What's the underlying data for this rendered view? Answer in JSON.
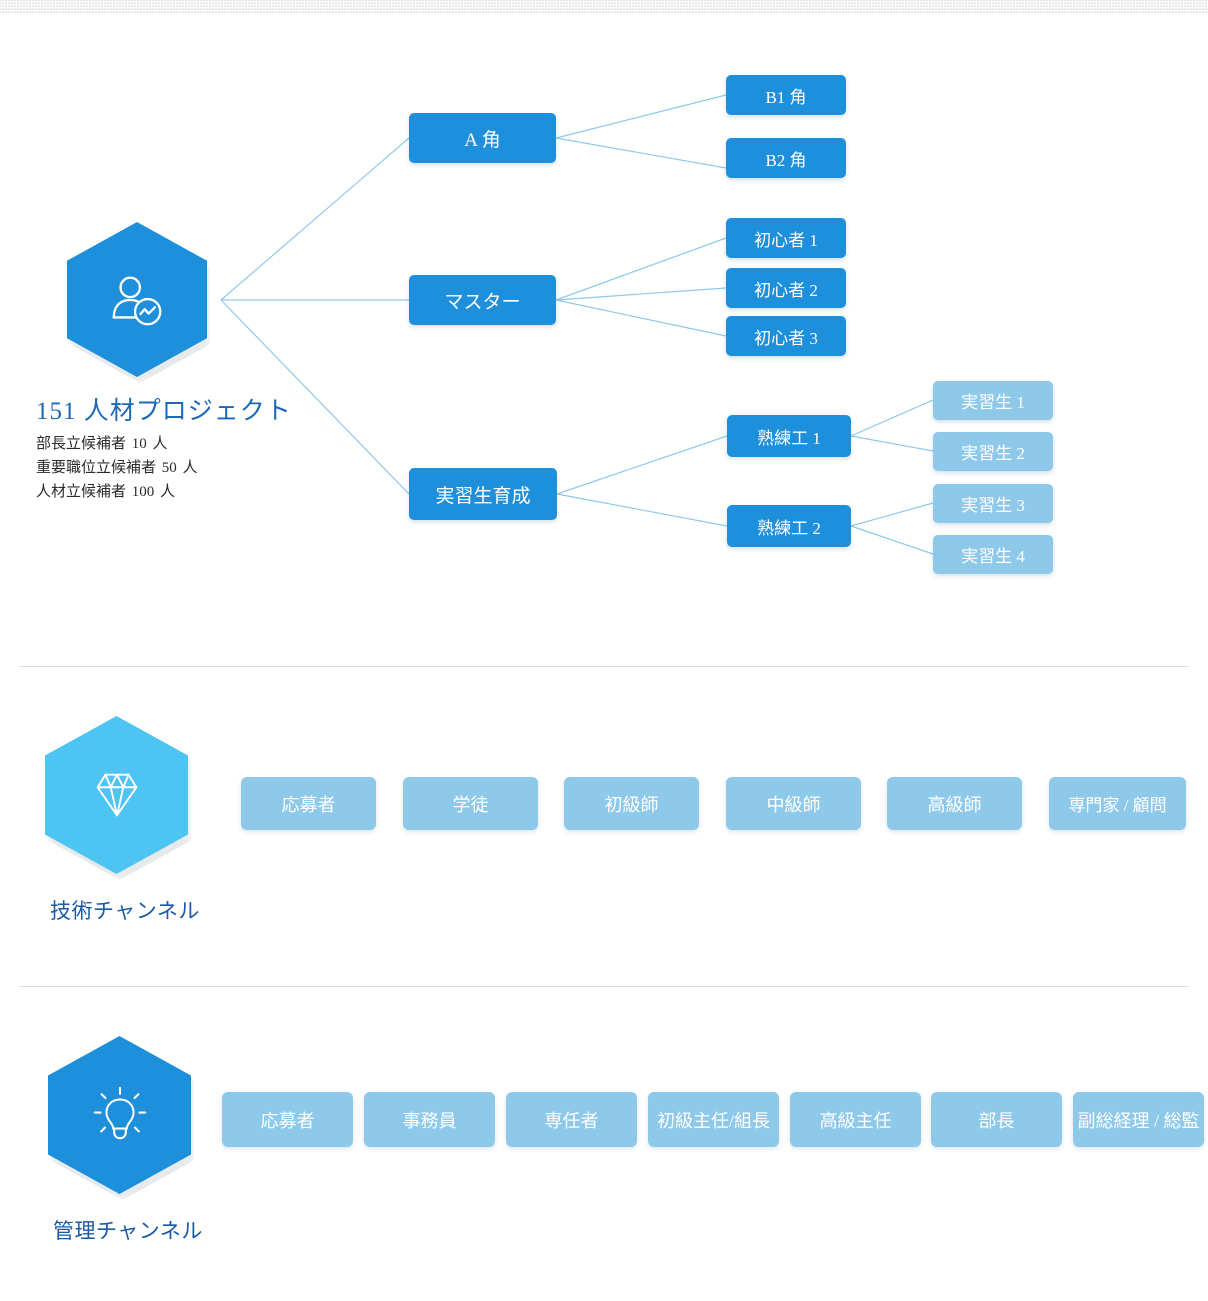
{
  "theme": {
    "primary_blue": "#1e8fdb",
    "light_blue": "#8fc9e9",
    "cyan_hex": "#4ec4f2",
    "label_blue": "#1b5aa5",
    "title_blue": "#1b67b8",
    "line_blue": "#8fc9e9",
    "divider_gray": "#dcdcdc"
  },
  "section1": {
    "icon_name": "person-analytics-icon",
    "title": "151 人材プロジェクト",
    "stats": [
      {
        "label": "部長立候補者",
        "count": "10",
        "unit": "人"
      },
      {
        "label": "重要職位立候補者",
        "count": "50",
        "unit": "人"
      },
      {
        "label": "人材立候補者",
        "count": "100",
        "unit": "人"
      }
    ],
    "level1": [
      {
        "label": "A 角"
      },
      {
        "label": "マスター"
      },
      {
        "label": "実習生育成"
      }
    ],
    "branch_a": [
      {
        "label": "B1 角"
      },
      {
        "label": "B2 角"
      }
    ],
    "branch_master": [
      {
        "label": "初心者 1"
      },
      {
        "label": "初心者 2"
      },
      {
        "label": "初心者 3"
      }
    ],
    "branch_trainee": [
      {
        "label": "熟練工 1"
      },
      {
        "label": "熟練工 2"
      }
    ],
    "trainees": [
      {
        "label": "実習生 1"
      },
      {
        "label": "実習生 2"
      },
      {
        "label": "実習生 3"
      },
      {
        "label": "実習生 4"
      }
    ]
  },
  "section2": {
    "icon_name": "diamond-icon",
    "title": "技術チャンネル",
    "steps": [
      {
        "label": "応募者"
      },
      {
        "label": "学徒"
      },
      {
        "label": "初級師"
      },
      {
        "label": "中級師"
      },
      {
        "label": "高級師"
      },
      {
        "label": "専門家 / 顧問"
      }
    ]
  },
  "section3": {
    "icon_name": "lightbulb-icon",
    "title": "管理チャンネル",
    "steps": [
      {
        "label": "応募者"
      },
      {
        "label": "事務員"
      },
      {
        "label": "専任者"
      },
      {
        "label": "初級主任/組長"
      },
      {
        "label": "高級主任"
      },
      {
        "label": "部長"
      },
      {
        "label": "副総経理 / 総監"
      }
    ]
  }
}
